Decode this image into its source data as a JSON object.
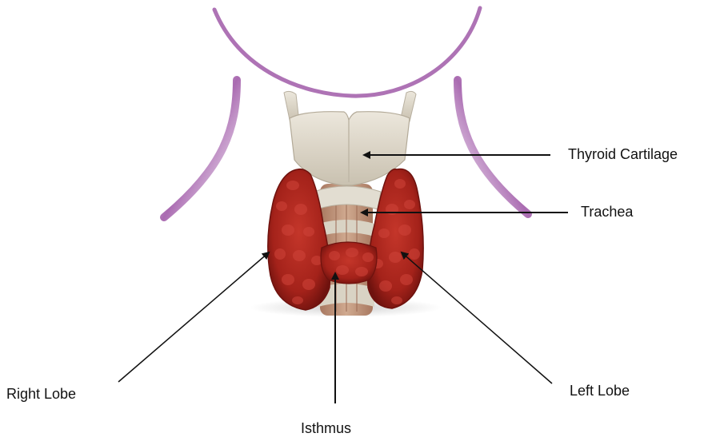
{
  "labels": {
    "thyroid_cartilage": "Thyroid Cartilage",
    "trachea": "Trachea",
    "right_lobe": "Right Lobe",
    "left_lobe": "Left Lobe",
    "isthmus": "Isthmus"
  },
  "colors": {
    "neck_outline": "#a05aa8",
    "cartilage": "#dcd6c8",
    "trachea_muscle": "#c49a82",
    "gland": "#b3261e",
    "gland_dark": "#7a1410",
    "gland_highlight": "#d8483c",
    "arrow": "#111111"
  }
}
